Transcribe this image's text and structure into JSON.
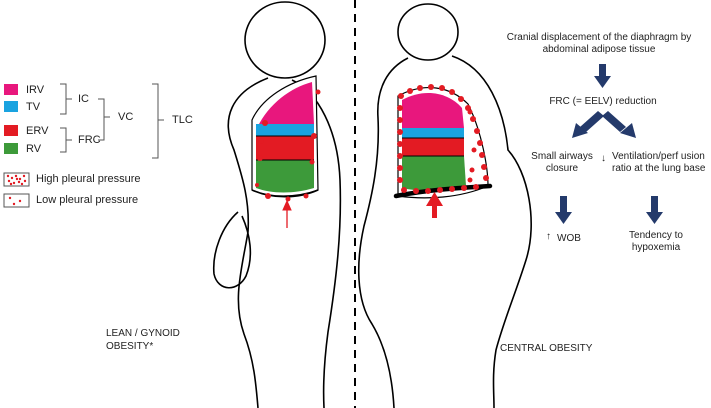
{
  "legend": {
    "volumes": [
      {
        "label": "IRV",
        "color": "#e8177d"
      },
      {
        "label": "TV",
        "color": "#1aa3e0"
      },
      {
        "label": "ERV",
        "color": "#e31b23"
      },
      {
        "label": "RV",
        "color": "#3d9a3a"
      }
    ],
    "groups": {
      "ic": "IC",
      "frc": "FRC",
      "vc": "VC",
      "tlc": "TLC"
    },
    "pressure": {
      "high": "High pleural pressure",
      "low": "Low pleural pressure"
    }
  },
  "captions": {
    "left": "LEAN / GYNOID\nOBESITY*",
    "right": "CENTRAL OBESITY"
  },
  "flow": {
    "top": "Cranial displacement of the diaphragm by abdominal adipose tissue",
    "middle": "FRC (= EELV) reduction",
    "left_branch": "Small airways closure",
    "right_branch_arrow": "↓",
    "right_branch": "Ventilation/perf usion ratio at the lung base",
    "left_result_arrow": "↑",
    "left_result": "WOB",
    "right_result": "Tendency to hypoxemia"
  },
  "colors": {
    "arrow": "#243a6b",
    "highlight_arrow": "#e31b23",
    "dots": "#e31b23"
  }
}
